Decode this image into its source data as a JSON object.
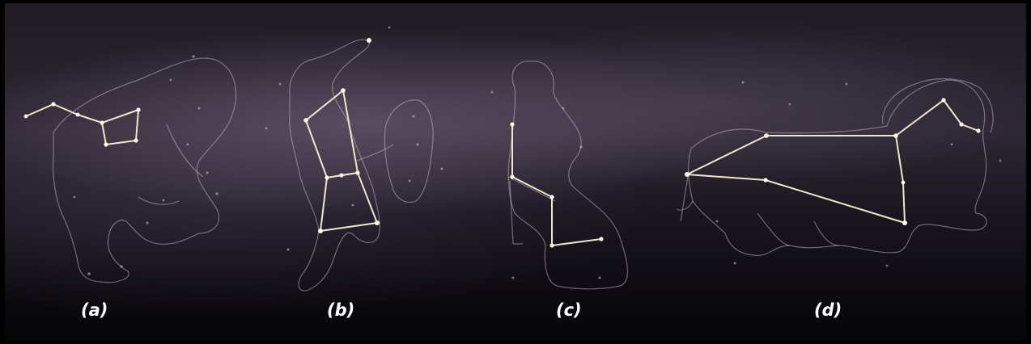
{
  "panels": [
    {
      "id": "a",
      "label": "(a)"
    },
    {
      "id": "b",
      "label": "(b)"
    },
    {
      "id": "c",
      "label": "(c)"
    },
    {
      "id": "d",
      "label": "(d)"
    }
  ],
  "colors": {
    "background": "#000000",
    "sky": "#2e2733",
    "stick_figure": "#eee7cf",
    "outline": "#c8becd",
    "label": "#ffffff"
  }
}
